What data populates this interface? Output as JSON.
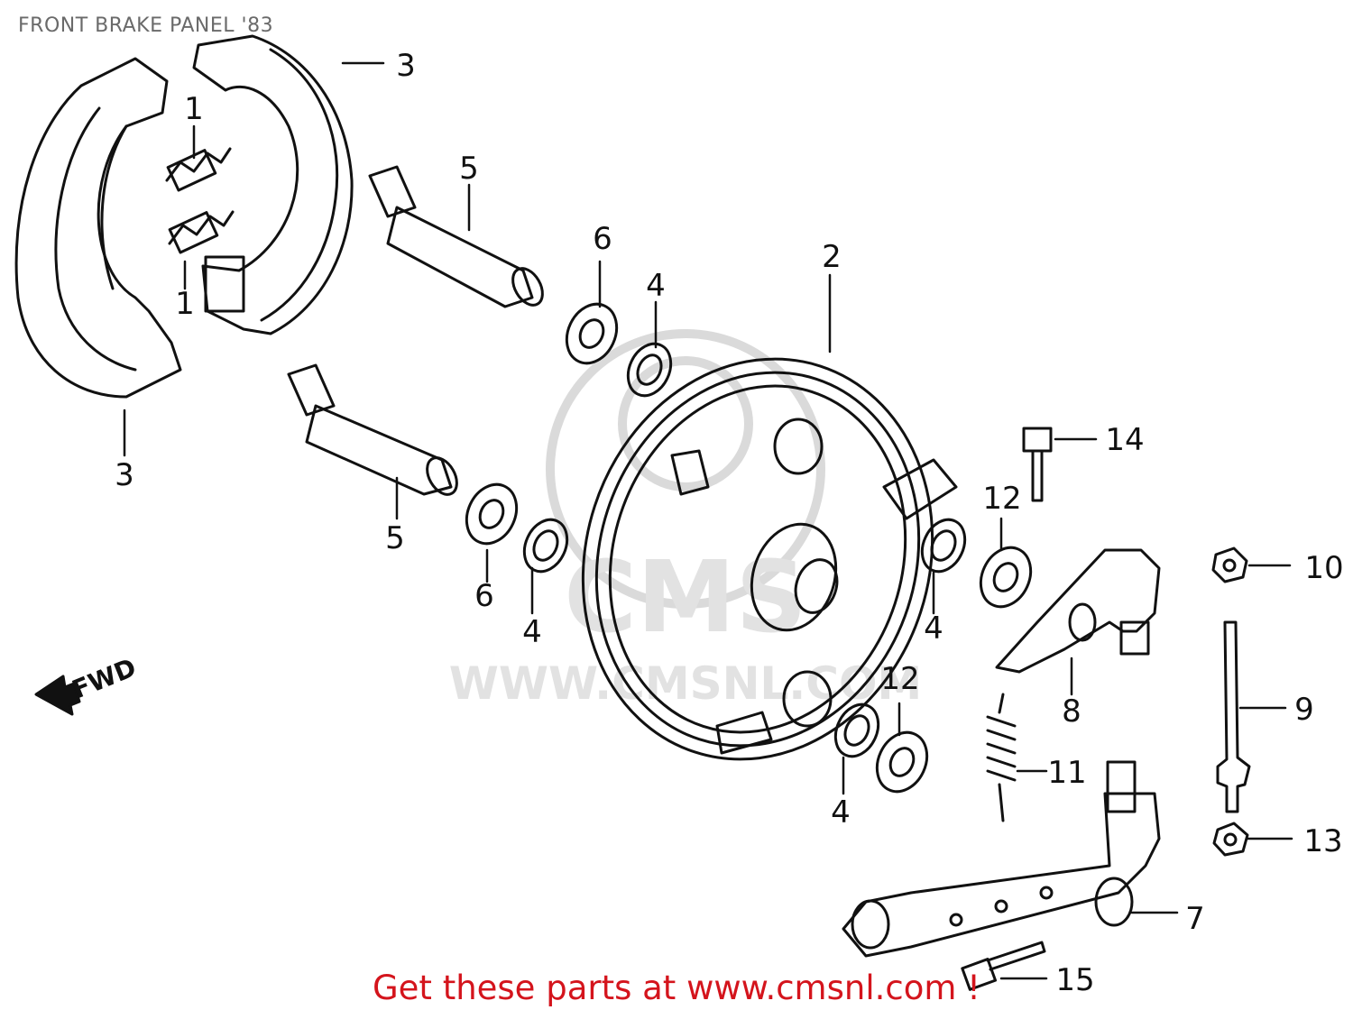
{
  "header": {
    "title": "FRONT BRAKE PANEL '83"
  },
  "footer": {
    "promo_text": "Get these parts at www.cmsnl.com !"
  },
  "watermark": {
    "brand": "CMS",
    "site": "WWW.CMSNL.COM",
    "color": "#d8d8d8"
  },
  "diagram": {
    "direction_label": "FWD",
    "callouts": [
      "1",
      "1",
      "2",
      "3",
      "3",
      "4",
      "4",
      "4",
      "4",
      "5",
      "5",
      "6",
      "6",
      "7",
      "8",
      "9",
      "10",
      "11",
      "12",
      "12",
      "13",
      "14",
      "15"
    ]
  },
  "colors": {
    "line": "#111111",
    "promo": "#d4141c",
    "title": "#6a6a6a"
  }
}
